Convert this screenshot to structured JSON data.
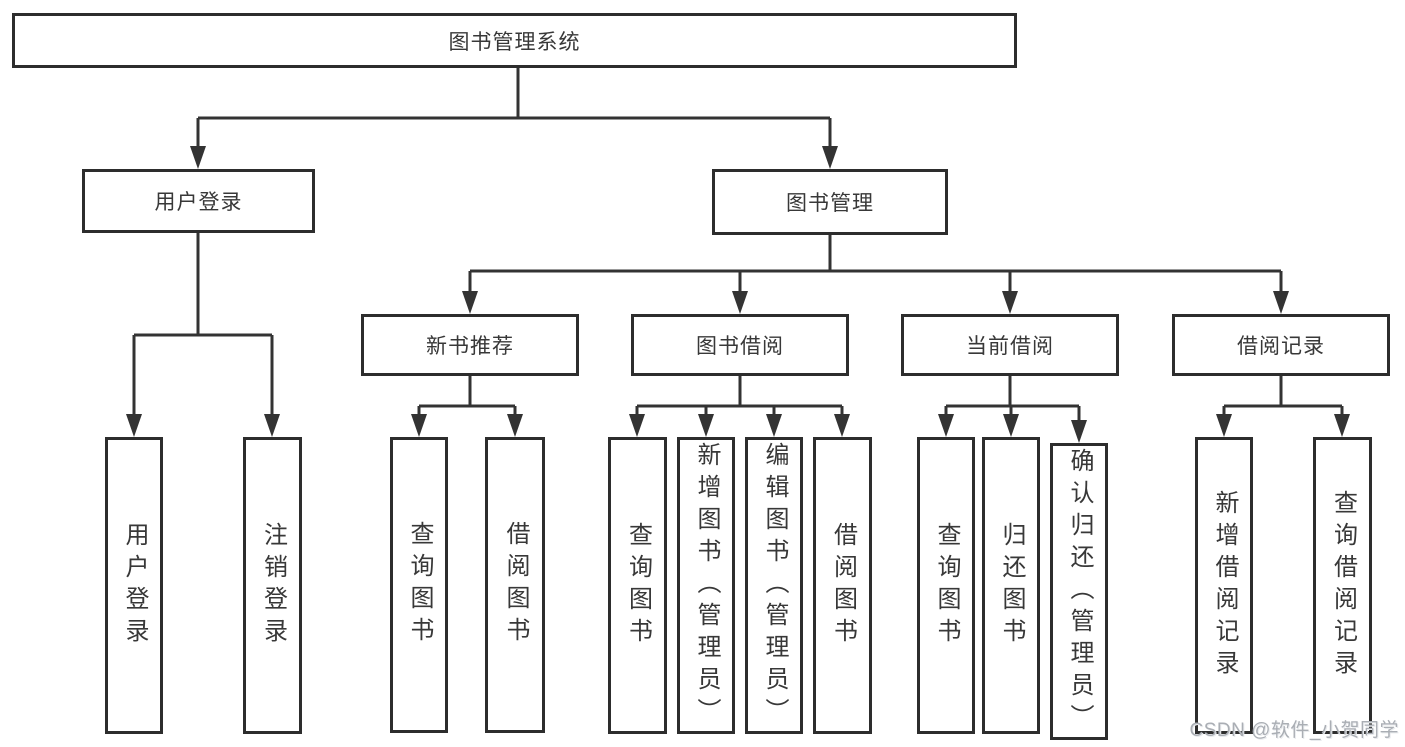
{
  "diagram": {
    "root": {
      "label": "图书管理系统"
    },
    "branches": [
      {
        "label": "用户登录",
        "children": [
          {
            "label": "用户登录"
          },
          {
            "label": "注销登录"
          }
        ]
      },
      {
        "label": "图书管理",
        "children": [
          {
            "label": "新书推荐",
            "children": [
              {
                "label": "查询图书"
              },
              {
                "label": "借阅图书"
              }
            ]
          },
          {
            "label": "图书借阅",
            "children": [
              {
                "label": "查询图书"
              },
              {
                "label": "新增图书（管理员）"
              },
              {
                "label": "编辑图书（管理员）"
              },
              {
                "label": "借阅图书"
              }
            ]
          },
          {
            "label": "当前借阅",
            "children": [
              {
                "label": "查询图书"
              },
              {
                "label": "归还图书"
              },
              {
                "label": "确认归还（管理员）"
              }
            ]
          },
          {
            "label": "借阅记录",
            "children": [
              {
                "label": "新增借阅记录"
              },
              {
                "label": "查询借阅记录"
              }
            ]
          }
        ]
      }
    ]
  },
  "watermark": {
    "text": "CSDN @软件_小贺同学"
  },
  "colors": {
    "background": "#ffffff",
    "line": "#333333",
    "box_border": "#2d2d2d",
    "text": "#383838",
    "watermark": "#aaaeb4"
  }
}
